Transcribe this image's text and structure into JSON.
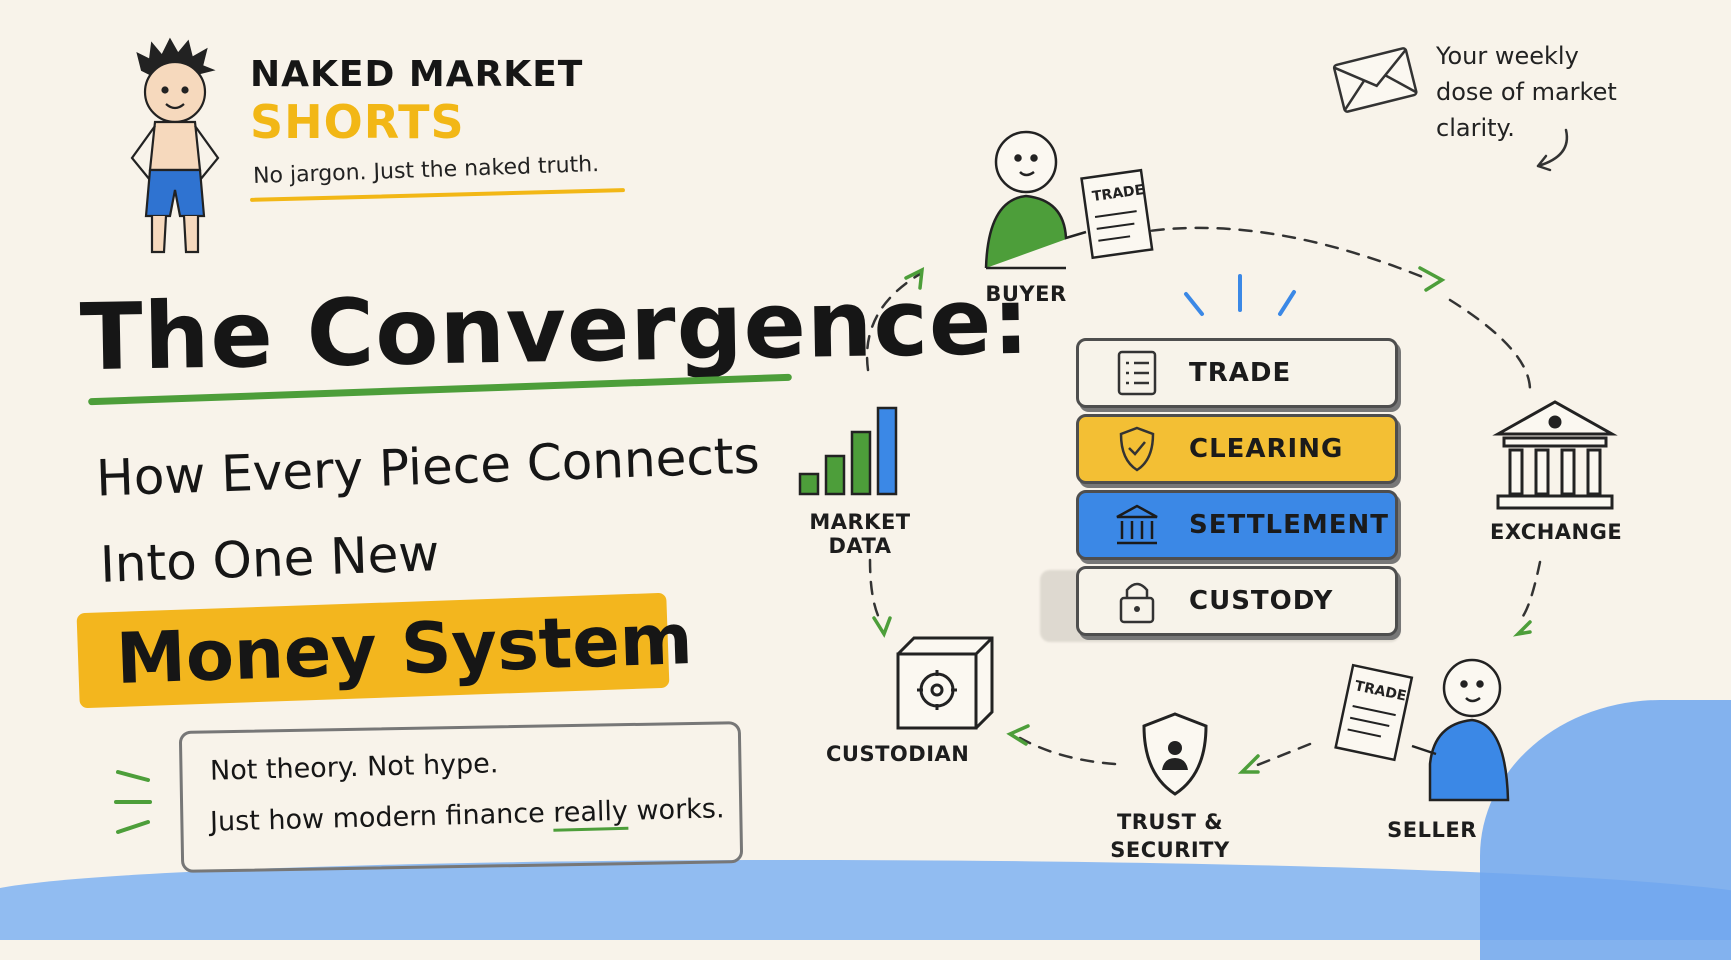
{
  "brand": {
    "name_line1": "NAKED MARKET",
    "name_line2": "SHORTS",
    "tagline": "No jargon. Just the naked truth."
  },
  "headline": {
    "title": "The Convergence:",
    "subtitle_line1": "How Every Piece Connects",
    "subtitle_line2": "Into One New",
    "subtitle_highlight": "Money System"
  },
  "note": {
    "line1": "Not theory. Not hype.",
    "line2_before": "Just how modern finance ",
    "line2_emphasis": "really",
    "line2_after": " works."
  },
  "newsletter": {
    "line1": "Your weekly",
    "line2": "dose of market",
    "line3": "clarity.",
    "icon": "envelope-icon"
  },
  "stack": [
    {
      "label": "TRADE",
      "icon": "checklist-icon",
      "color": "#f7f3ea"
    },
    {
      "label": "CLEARING",
      "icon": "shield-check-icon",
      "color": "#f3bf34"
    },
    {
      "label": "SETTLEMENT",
      "icon": "bank-icon",
      "color": "#3b88e6"
    },
    {
      "label": "CUSTODY",
      "icon": "padlock-icon",
      "color": "#f7f3ea"
    }
  ],
  "nodes": {
    "buyer": "BUYER",
    "buyer_doc": "TRADE",
    "exchange": "EXCHANGE",
    "seller": "SELLER",
    "seller_doc": "TRADE",
    "trust": "TRUST &",
    "trust2": "SECURITY",
    "custodian": "CUSTODIAN",
    "market_data": "MARKET DATA"
  },
  "colors": {
    "green": "#4d9e3a",
    "yellow": "#f3b61e",
    "blue": "#3b88e6",
    "background": "#f8f3ea"
  }
}
